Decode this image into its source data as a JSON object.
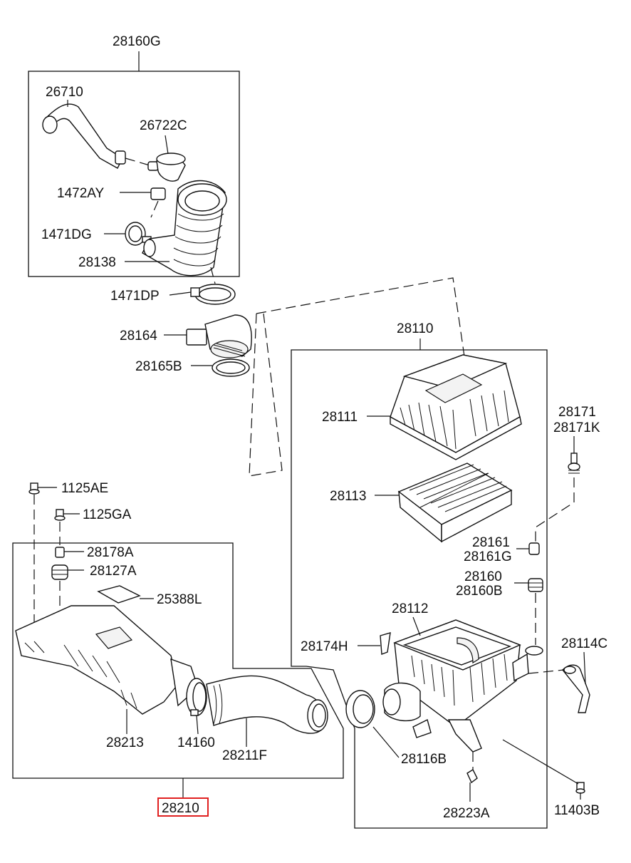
{
  "diagram": {
    "labels": {
      "l28160G": "28160G",
      "l26710": "26710",
      "l26722C": "26722C",
      "l1472AY": "1472AY",
      "l1471DG": "1471DG",
      "l28138": "28138",
      "l1471DP": "1471DP",
      "l28164": "28164",
      "l28165B": "28165B",
      "l28110": "28110",
      "l28111": "28111",
      "l28113": "28113",
      "l28171": "28171",
      "l28171K": "28171K",
      "l28161": "28161",
      "l28161G": "28161G",
      "l28160": "28160",
      "l28160B": "28160B",
      "l28112": "28112",
      "l28174H": "28174H",
      "l28114C": "28114C",
      "l28116B": "28116B",
      "l28223A": "28223A",
      "l11403B": "11403B",
      "l1125AE": "1125AE",
      "l1125GA": "1125GA",
      "l28178A": "28178A",
      "l28127A": "28127A",
      "l25388L": "25388L",
      "l28213": "28213",
      "l14160": "14160",
      "l28211F": "28211F",
      "l28210": "28210"
    },
    "highlight_color": "#e02020",
    "highlighted_part": "28210"
  }
}
